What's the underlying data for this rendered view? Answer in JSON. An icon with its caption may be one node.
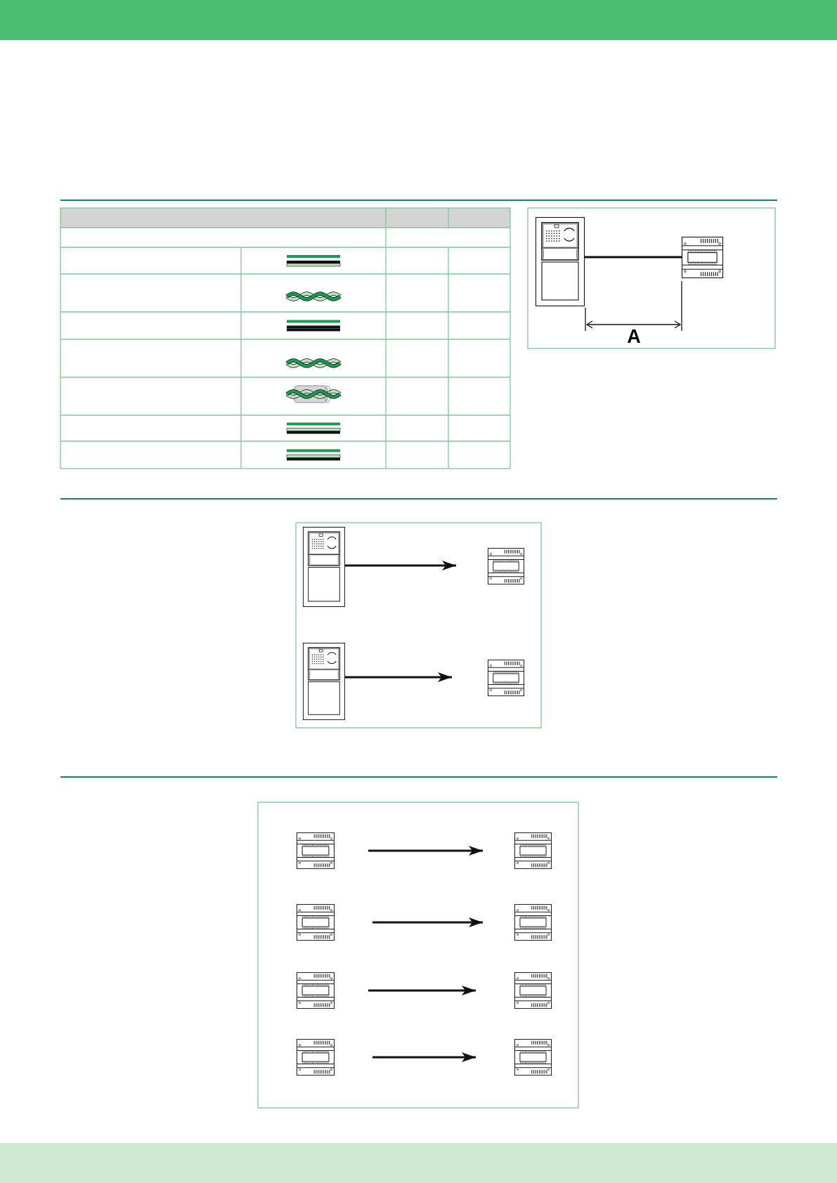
{
  "diagram": {
    "nodes": [
      {
        "text": [],
        "shape": "picture"
      },
      {
        "text": [],
        "shape": "picture"
      },
      {
        "text": [],
        "shape": "picture"
      },
      {
        "text": [],
        "shape": "picture"
      },
      {
        "text": [],
        "shape": "picture"
      },
      {
        "text": [],
        "shape": "picture"
      },
      {
        "text": [],
        "shape": "picture"
      },
      {
        "text": [],
        "shape": "picture"
      },
      {
        "text": [],
        "shape": "picture"
      },
      {
        "text": [],
        "shape": "picture"
      },
      {
        "text": [],
        "shape": "picture"
      },
      {
        "text": [],
        "shape": "picture"
      },
      {
        "text": [],
        "shape": "picture"
      },
      {
        "text": [],
        "shape": "picture"
      }
    ],
    "edges": [
      {
        "from": 0,
        "to": 1,
        "arrow": "none"
      },
      {
        "from": 2,
        "to": 3,
        "arrow": "to"
      },
      {
        "from": 4,
        "to": 5,
        "arrow": "to"
      },
      {
        "from": 6,
        "to": 7,
        "arrow": "to"
      },
      {
        "from": 8,
        "to": 9,
        "arrow": "to"
      },
      {
        "from": 10,
        "to": 11,
        "arrow": "to"
      },
      {
        "from": 12,
        "to": 13,
        "arrow": "to"
      }
    ],
    "labels": [
      "A"
    ]
  }
}
